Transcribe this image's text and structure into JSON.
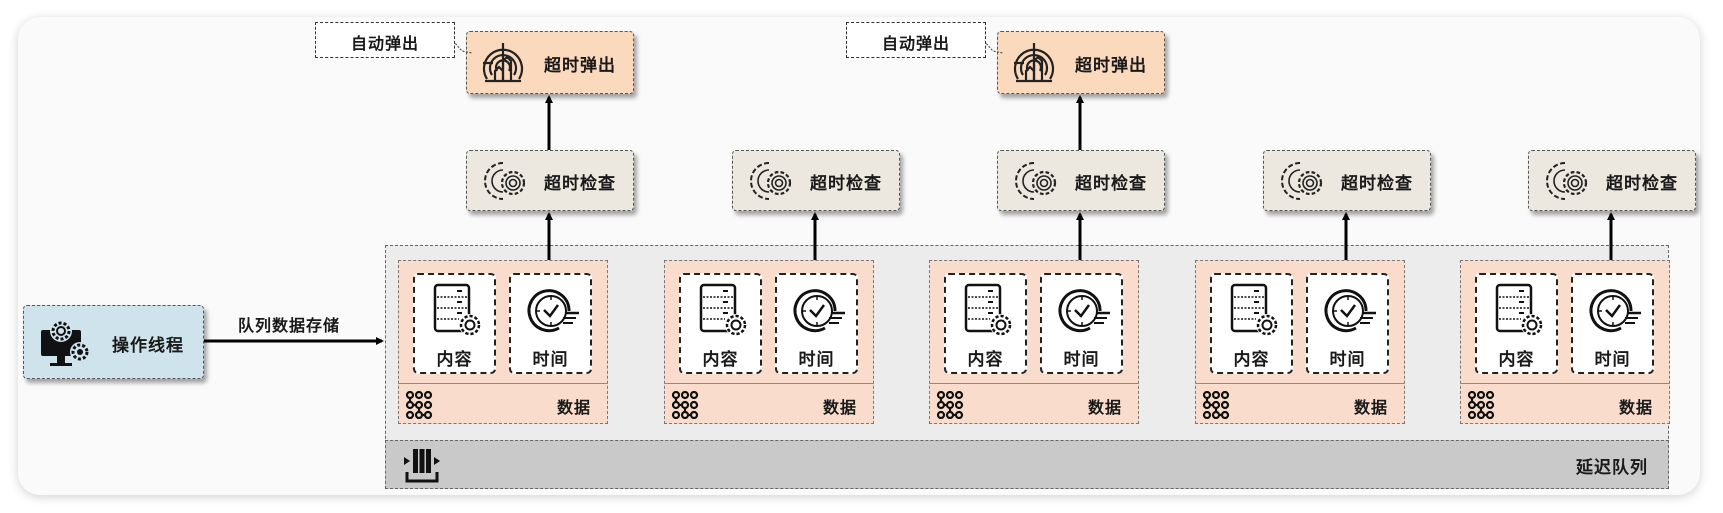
{
  "diagram": {
    "producer": {
      "label": "操作线程",
      "icon": "computer-gear-icon"
    },
    "edge_label": "队列数据存储",
    "queue": {
      "label": "延迟队列",
      "icon": "queue-icon"
    },
    "items": [
      {
        "content_label": "内容",
        "time_label": "时间",
        "data_label": "数据",
        "check_label": "超时检查",
        "pop": {
          "label": "超时弹出",
          "callout": "自动弹出"
        }
      },
      {
        "content_label": "内容",
        "time_label": "时间",
        "data_label": "数据",
        "check_label": "超时检查",
        "pop": null
      },
      {
        "content_label": "内容",
        "time_label": "时间",
        "data_label": "数据",
        "check_label": "超时检查",
        "pop": {
          "label": "超时弹出",
          "callout": "自动弹出"
        }
      },
      {
        "content_label": "内容",
        "time_label": "时间",
        "data_label": "数据",
        "check_label": "超时检查",
        "pop": null
      },
      {
        "content_label": "内容",
        "time_label": "时间",
        "data_label": "数据",
        "check_label": "超时检查",
        "pop": null
      }
    ],
    "icons": {
      "content": "server-gear-icon",
      "time": "clock-fast-icon",
      "data": "dot-grid-icon",
      "check": "gears-icon",
      "pop": "radar-eject-icon"
    },
    "colors": {
      "producer_fill": "#cfe3ec",
      "data_card_fill": "#f9dccb",
      "check_fill": "#ece8df",
      "pop_fill": "#fbd9bd",
      "queue_fill": "#ececec",
      "queue_bar_fill": "#c9c9c9"
    }
  }
}
